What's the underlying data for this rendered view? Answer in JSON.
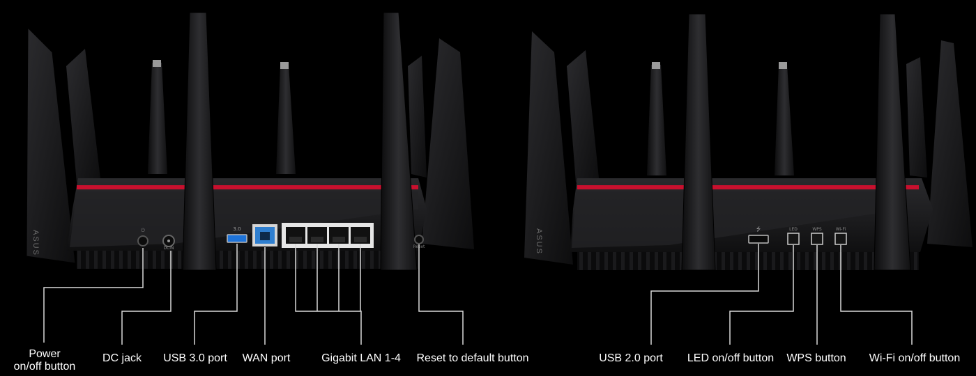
{
  "brand": "ASUS",
  "left_router": {
    "port_marks": {
      "power": "⏻",
      "dc": "DCIN",
      "usb3": "3.0",
      "reset": "Reset"
    },
    "labels": {
      "power_line1": "Power",
      "power_line2": "on/off button",
      "dc_jack": "DC jack",
      "usb3": "USB 3.0 port",
      "wan": "WAN port",
      "lan": "Gigabit LAN 1-4",
      "reset": "Reset to default button"
    }
  },
  "right_router": {
    "port_marks": {
      "led": "LED",
      "wps": "WPS",
      "wifi": "Wi-Fi"
    },
    "labels": {
      "usb2": "USB 2.0 port",
      "led": "LED on/off button",
      "wps": "WPS button",
      "wifi": "Wi-Fi on/off button"
    }
  },
  "colors": {
    "background": "#000000",
    "body": "#1b1b1d",
    "accent_red": "#c8102e",
    "usb3_blue": "#1e73d8",
    "wan_blue": "#2f7fd0",
    "lan_white": "#e6e6e6",
    "callout_line": "#d9d9d9"
  }
}
